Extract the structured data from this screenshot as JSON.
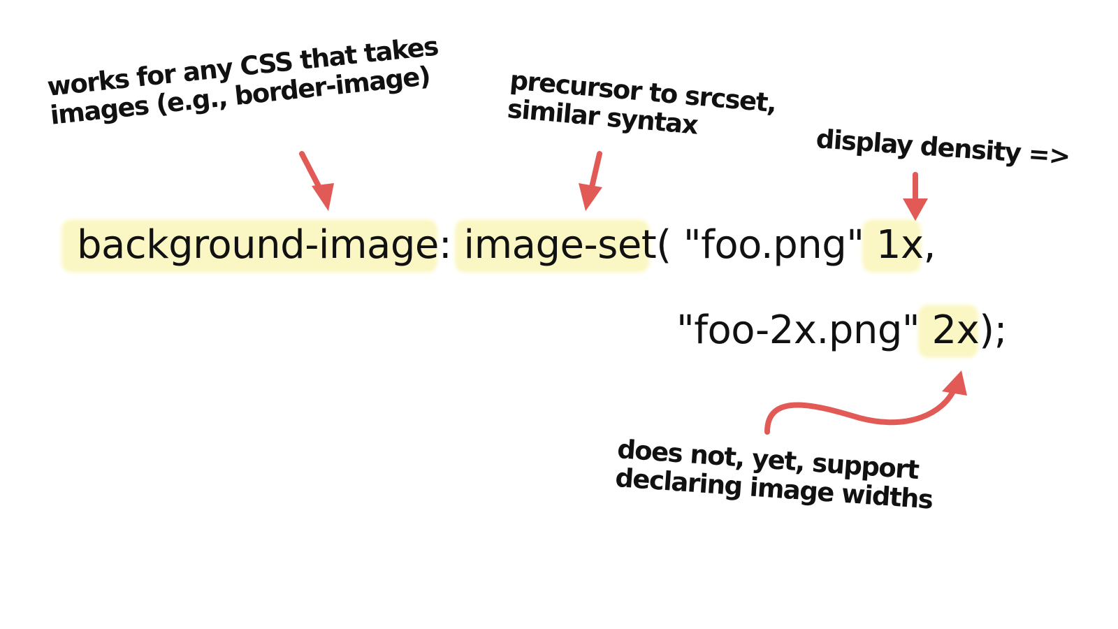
{
  "annotations": {
    "css_any": {
      "line1": "works for any CSS that takes",
      "line2": "images (e.g., border-image)"
    },
    "precursor": {
      "line1": "precursor to srcset,",
      "line2": "similar syntax"
    },
    "density": {
      "line1": "display density =>"
    },
    "widths": {
      "line1": "does not, yet, support",
      "line2": "declaring image widths"
    }
  },
  "code": {
    "line1": "background-image: image-set( \"foo.png\" 1x,",
    "line2": "\"foo-2x.png\" 2x);"
  },
  "colors": {
    "arrow": "#e25a55",
    "highlight": "#fbf7c4",
    "text": "#111111"
  }
}
